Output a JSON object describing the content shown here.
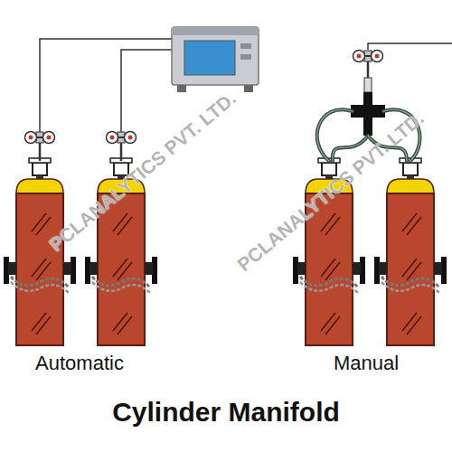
{
  "diagram": {
    "title": "Cylinder Manifold",
    "labels": [
      "Automatic",
      "Manual",
      "PCLANALYTICS PVT. LTD.",
      "PCLANALYTICS PVT. LTD."
    ]
  }
}
